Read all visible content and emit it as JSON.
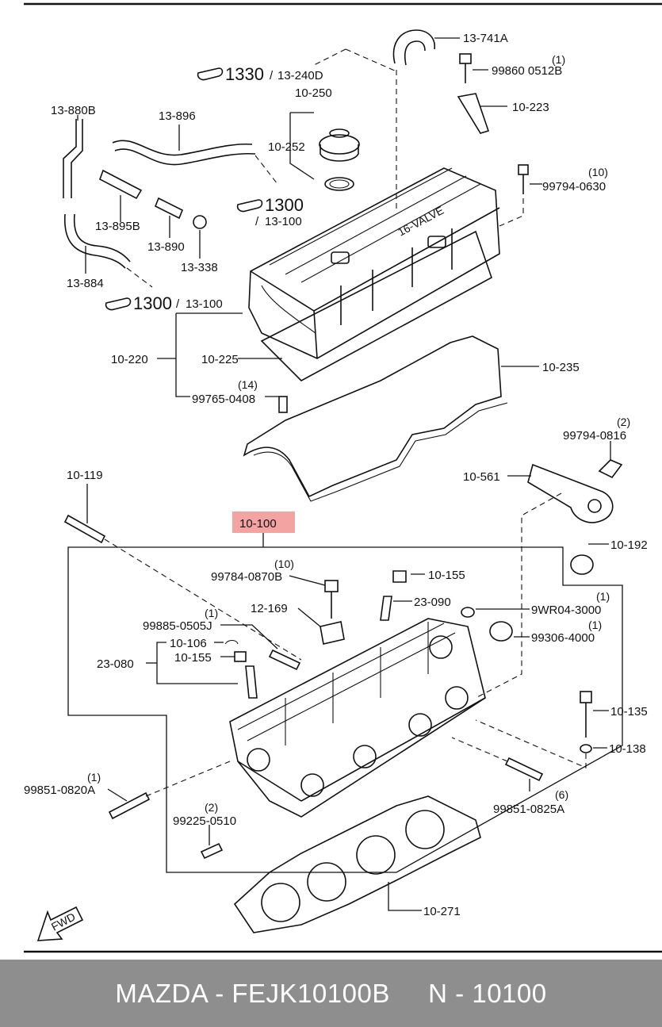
{
  "labels": {
    "l_13741a": "13-741A",
    "l_1330": "1330",
    "l_13240d": "13-240D",
    "l_99860_qty": "(1)",
    "l_99860": "99860 0512B",
    "l_10250": "10-250",
    "l_10223": "10-223",
    "l_13880b": "13-880B",
    "l_13896": "13-896",
    "l_10252": "10-252",
    "l_99794_qty": "(10)",
    "l_99794": "99794-0630",
    "l_1300a": "1300",
    "l_13100a": "13-100",
    "l_138958": "13-895B",
    "l_13890": "13-890",
    "l_13338": "13-338",
    "l_13884": "13-884",
    "l_1300b": "1300",
    "l_13100b": "13-100",
    "l_10220": "10-220",
    "l_10225": "10-225",
    "l_10235": "10-235",
    "l_99765_qty": "(14)",
    "l_99765": "99765-0408",
    "l_99794b_qty": "(2)",
    "l_99794b": "99794-0816",
    "l_10119": "10-119",
    "l_10561": "10-561",
    "l_10100": "10-100",
    "l_10192": "10-192",
    "l_99784_qty": "(10)",
    "l_99784": "99784-0870B",
    "l_10155a": "10-155",
    "l_12169": "12-169",
    "l_23090": "23-090",
    "l_9wr_qty": "(1)",
    "l_9wr": "9WR04-3000",
    "l_99885_qty": "(1)",
    "l_99885": "99885-0505J",
    "l_99306_qty": "(1)",
    "l_99306": "99306-4000",
    "l_10106": "10-106",
    "l_23080": "23-080",
    "l_10155b": "10-155",
    "l_10135": "10-135",
    "l_10138": "10-138",
    "l_99851a_qty": "(1)",
    "l_99851a": "99851-0820A",
    "l_99225_qty": "(2)",
    "l_99225": "99225-0510",
    "l_99851b_qty": "(6)",
    "l_99851b": "99851-0825A",
    "l_10271": "10-271",
    "l_valve": "16-VALVE",
    "l_fwd": "FWD"
  },
  "highlight_color": "#f4a3a3",
  "footer_bg": "#8e8e8e",
  "footer": {
    "text": "MAZDA - FEJK10100B     N - 10100"
  },
  "icons": [
    "pointing-hand-icon",
    "fwd-arrow-icon"
  ]
}
